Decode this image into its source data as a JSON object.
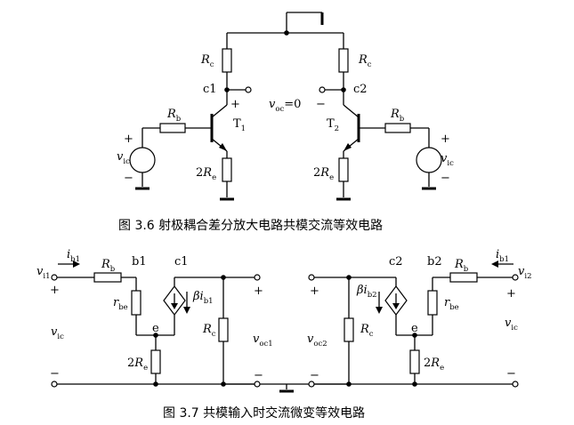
{
  "fig36": {
    "caption": "图 3.6    射极耦合差分放大电路共模交流等效电路",
    "rc_left": "R",
    "rc_left_sub": "c",
    "rc_right": "R",
    "rc_right_sub": "c",
    "c1": "c1",
    "c2": "c2",
    "vout": "v",
    "vout_sub": "oc",
    "vout_eq": "=0",
    "plus_left_out": "+",
    "minus_right_out": "−",
    "rb_left": "R",
    "rb_left_sub": "b",
    "rb_right": "R",
    "rb_right_sub": "b",
    "t1": "T",
    "t1_sub": "1",
    "t2": "T",
    "t2_sub": "2",
    "re_left_coef": "2",
    "re_left": "R",
    "re_left_sub": "e",
    "re_right_coef": "2",
    "re_right": "R",
    "re_right_sub": "e",
    "vic_left": "v",
    "vic_left_sub": "ic",
    "vic_right": "v",
    "vic_right_sub": "ic",
    "plus_src_left": "+",
    "minus_src_left": "−",
    "plus_src_right": "+",
    "minus_src_right": "−"
  },
  "fig37": {
    "caption": "图 3.7  共模输入时交流微变等效电路",
    "vi1": "v",
    "vi1_sub": "i1",
    "vi2": "v",
    "vi2_sub": "i2",
    "ib1_left": "i",
    "ib1_left_sub": "b1",
    "ib1_right": "i",
    "ib1_right_sub": "b1",
    "rb_left": "R",
    "rb_left_sub": "b",
    "rb_right": "R",
    "rb_right_sub": "b",
    "b1": "b1",
    "b2": "b2",
    "c1": "c1",
    "c2": "c2",
    "rbe_left": "r",
    "rbe_left_sub": "be",
    "rbe_right": "r",
    "rbe_right_sub": "be",
    "beta_left": "βi",
    "beta_left_sub": "b1",
    "beta_right": "βi",
    "beta_right_sub": "b2",
    "e_left": "e",
    "e_right": "e",
    "rc_left": "R",
    "rc_left_sub": "c",
    "rc_right": "R",
    "rc_right_sub": "c",
    "re_left_coef": "2",
    "re_left": "R",
    "re_left_sub": "e",
    "re_right_coef": "2",
    "re_right": "R",
    "re_right_sub": "e",
    "vic_left": "v",
    "vic_left_sub": "ic",
    "vic_right": "v",
    "vic_right_sub": "ic",
    "voc1": "v",
    "voc1_sub": "oc1",
    "voc2": "v",
    "voc2_sub": "oc2",
    "plus_in_left": "+",
    "minus_in_left": "−",
    "plus_in_right": "+",
    "minus_in_right": "−",
    "plus_out_left": "+",
    "minus_out_left": "−",
    "plus_out_right": "+",
    "minus_out_right": "−"
  }
}
